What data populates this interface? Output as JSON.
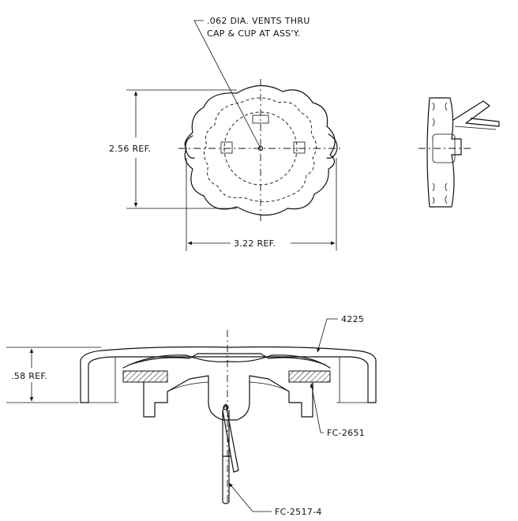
{
  "notes": {
    "vent_line1": ".062 DIA. VENTS THRU",
    "vent_line2": "CAP & CUP AT ASS'Y."
  },
  "dimensions": {
    "height": "2.56 REF.",
    "width": "3.22 REF.",
    "depth": ".58 REF."
  },
  "callouts": {
    "cap": "4225",
    "gasket": "FC-2651",
    "chain": "FC-2517-4"
  }
}
